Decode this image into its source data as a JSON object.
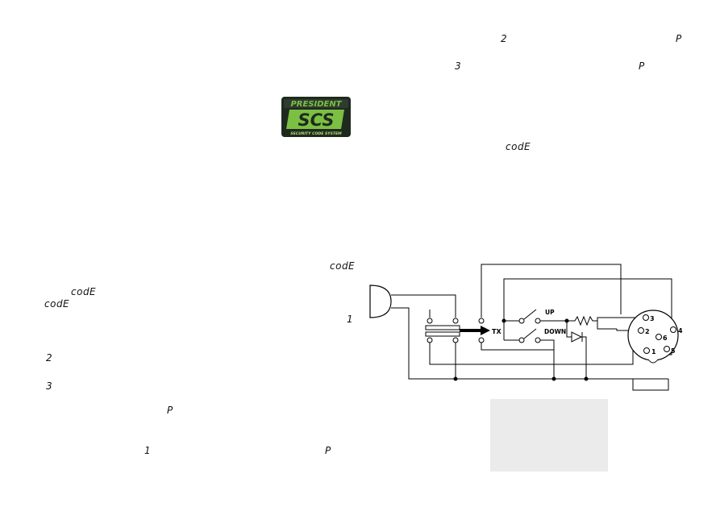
{
  "logo": {
    "brand": "PRESIDENT",
    "mark": "SCS",
    "tagline": "SECURITY CODE SYSTEM",
    "colors": {
      "dark": "#1f2a1f",
      "green": "#7cc043",
      "light": "#b6e07a"
    }
  },
  "left_column": {
    "code_label_right": "codE",
    "code_label_a": "codE",
    "code_label_b": "codE",
    "digit_1": "1",
    "digit_2": "2",
    "digit_3": "3",
    "p_mark_a": "P",
    "digit_1_bottom": "1",
    "p_mark_bottom": "P"
  },
  "right_column": {
    "digit_2": "2",
    "p_mark_a": "P",
    "digit_3": "3",
    "p_mark_b": "P",
    "code_label": "codE"
  },
  "schematic": {
    "label_up": "UP",
    "label_down": "DOWN",
    "label_tx": "TX",
    "pin_1": "1",
    "pin_2": "2",
    "pin_3": "3",
    "pin_4": "4",
    "pin_5": "5",
    "pin_6": "6"
  }
}
